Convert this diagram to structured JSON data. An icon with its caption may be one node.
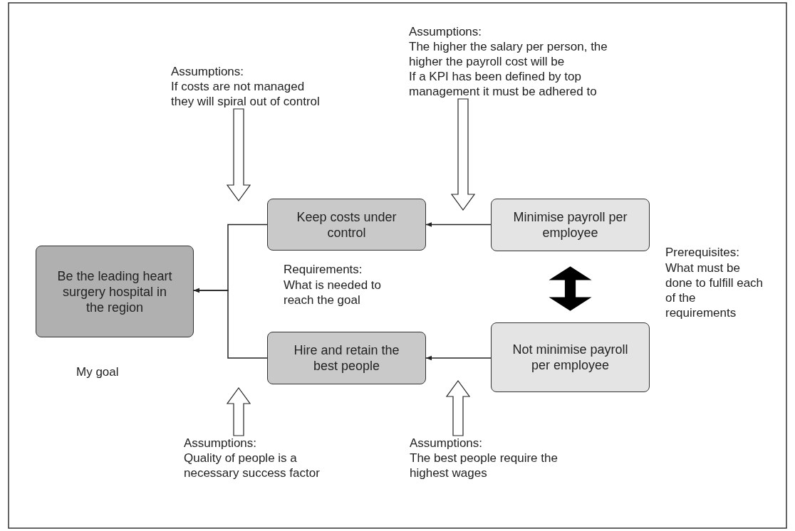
{
  "diagram": {
    "nodes": [
      {
        "text": [
          "Be the leading heart surgery hospital in the region"
        ]
      },
      {
        "text": [
          "Keep costs under control"
        ]
      },
      {
        "text": [
          "Hire and retain the best people"
        ]
      },
      {
        "text": [
          "Minimise payroll per employee"
        ]
      },
      {
        "text": [
          "Not minimise payroll per employee"
        ]
      },
      {
        "text": [
          "Assumptions:",
          "If costs are not managed they will spiral out of control"
        ]
      },
      {
        "text": [
          "Assumptions:",
          "The higher the salary per person, the higher the payroll cost will be",
          "If a KPI has been defined by top management it must be adhered to"
        ]
      },
      {
        "text": [
          "Assumptions:",
          "Quality of people is a necessary success factor"
        ]
      },
      {
        "text": [
          "Assumptions:",
          "The best people require the highest wages"
        ]
      }
    ],
    "edges": [
      {
        "from": 3,
        "to": 1,
        "arrow": "to"
      },
      {
        "from": 4,
        "to": 2,
        "arrow": "to"
      },
      {
        "from": 1,
        "to": 0,
        "arrow": "to"
      },
      {
        "from": 2,
        "to": 0,
        "arrow": "to"
      },
      {
        "from": 3,
        "to": 4,
        "arrow": "both",
        "style": "thick",
        "color": "#000000"
      },
      {
        "from": 5,
        "to": null,
        "arrow": "to",
        "style": "thick"
      },
      {
        "from": 6,
        "to": null,
        "arrow": "to",
        "style": "thick"
      },
      {
        "from": 7,
        "to": null,
        "arrow": "to",
        "style": "thick"
      },
      {
        "from": 8,
        "to": null,
        "arrow": "to",
        "style": "thick"
      }
    ],
    "labels": [
      "Requirements:",
      "What is needed to reach the goal",
      "My goal",
      "Prerequisites:",
      "What must be done to fulfill each of the requirements"
    ]
  }
}
